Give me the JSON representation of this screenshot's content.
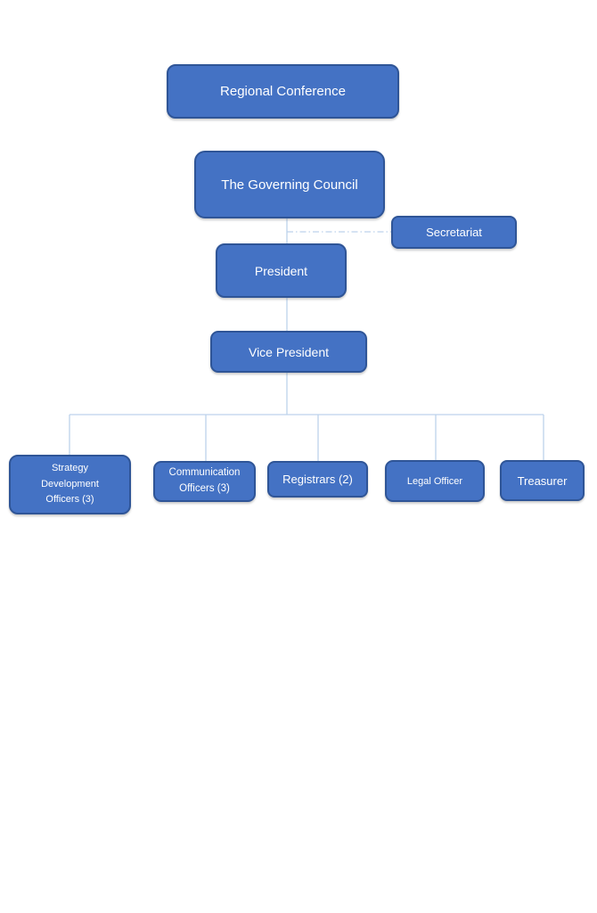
{
  "colors": {
    "node_fill": "#4472C4",
    "node_border": "#2F5597",
    "node_text": "#FFFFFF",
    "connector": "#BDD2EC"
  },
  "nodes": {
    "regional_conference": {
      "label": "Regional Conference"
    },
    "governing_council": {
      "label": "The Governing Council"
    },
    "secretariat": {
      "label": "Secretariat"
    },
    "president": {
      "label": "President"
    },
    "vice_president": {
      "label": "Vice President"
    },
    "strategy_development_officers": {
      "label": "Strategy Development Officers (3)"
    },
    "communication_officers": {
      "label": "Communication Officers (3)"
    },
    "registrars": {
      "label": "Registrars (2)"
    },
    "legal_officer": {
      "label": "Legal Officer"
    },
    "treasurer": {
      "label": "Treasurer"
    }
  },
  "edges": [
    {
      "from": "governing_council",
      "to": "president",
      "style": "solid"
    },
    {
      "from": "governing_council",
      "to": "secretariat",
      "style": "dash-dot"
    },
    {
      "from": "president",
      "to": "vice_president",
      "style": "solid"
    },
    {
      "from": "vice_president",
      "to": "strategy_development_officers",
      "style": "solid"
    },
    {
      "from": "vice_president",
      "to": "communication_officers",
      "style": "solid"
    },
    {
      "from": "vice_president",
      "to": "registrars",
      "style": "solid"
    },
    {
      "from": "vice_president",
      "to": "legal_officer",
      "style": "solid"
    },
    {
      "from": "vice_president",
      "to": "treasurer",
      "style": "solid"
    }
  ]
}
